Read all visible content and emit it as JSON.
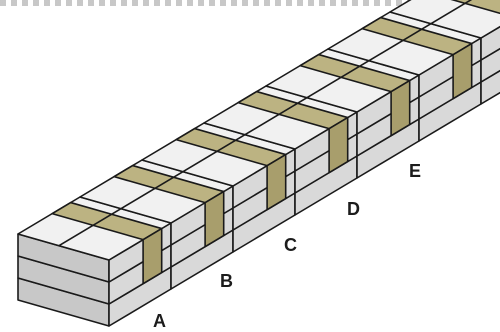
{
  "figure": {
    "labels": [
      "A",
      "B",
      "C",
      "D",
      "E"
    ],
    "colors": {
      "block_top": "#f1f1f1",
      "block_side": "#d9d9d9",
      "block_front": "#c8c8c8",
      "band": "#bcb382",
      "band_dark": "#a89e6c",
      "outline": "#1a1a1a"
    }
  }
}
